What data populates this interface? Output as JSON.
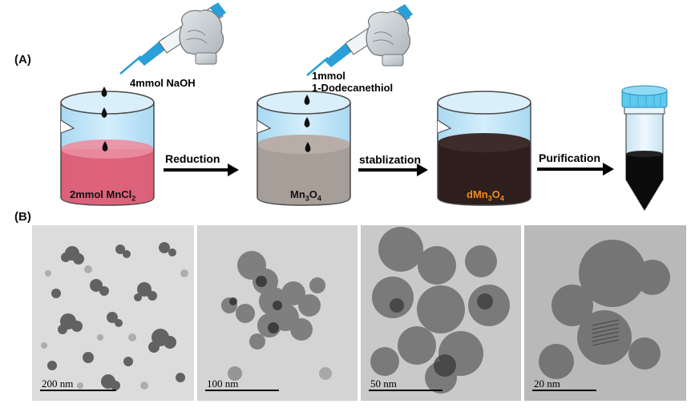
{
  "panels": {
    "a_label": "(A)",
    "b_label": "(B)"
  },
  "reagents": {
    "naoh": "4mmol NaOH",
    "thiol_line1": "1mmol",
    "thiol_line2": "1-Dodecanethiol"
  },
  "beakers": [
    {
      "label": "2mmol MnCl",
      "sub": "2",
      "liquid_color": "#e0566f",
      "label_color": "#111111"
    },
    {
      "label": "Mn",
      "sub": "3",
      "tail": "O",
      "sub2": "4",
      "liquid_color": "#a59a92",
      "label_color": "#111111"
    },
    {
      "label": "dMn",
      "sub": "3",
      "tail": "O",
      "sub2": "4",
      "liquid_color": "#2e1f1d",
      "label_color": "#f08a24"
    }
  ],
  "arrows": [
    {
      "label": "Reduction"
    },
    {
      "label": "stablization"
    },
    {
      "label": "Purification"
    }
  ],
  "tem_images": [
    {
      "scale": "200 nm"
    },
    {
      "scale": "100 nm"
    },
    {
      "scale": "50 nm"
    },
    {
      "scale": "20 nm"
    }
  ],
  "colors": {
    "glass": "#bfe4f7",
    "glass_edge": "#4a4a4a",
    "tube_cap": "#5ec8ee",
    "glove": "#c9cfd3",
    "pipette_tip": "#2a9fd8"
  }
}
